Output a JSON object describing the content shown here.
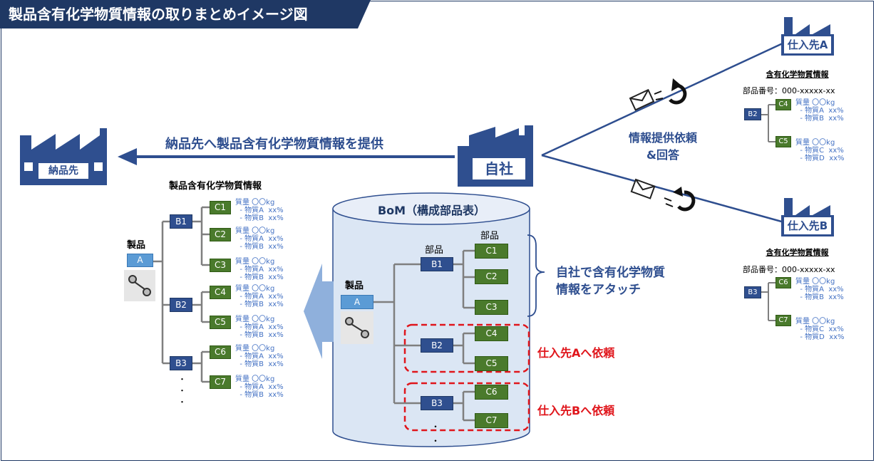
{
  "title": "製品含有化学物質情報の取りまとめイメージ図",
  "factories": {
    "customer": "納品先",
    "own": "自社",
    "supplier_a": "仕入先A",
    "supplier_b": "仕入先B"
  },
  "arrow_label": "納品先へ製品含有化学物質情報を提供",
  "request_label": [
    "情報提供依頼",
    "&回答"
  ],
  "bom": {
    "title": "BoM（構成部品表）",
    "product_label": "製品",
    "product": "A",
    "part_label_b": "部品",
    "part_label_c": "部品",
    "b_parts": [
      "B1",
      "B2",
      "B3"
    ],
    "c_parts": [
      "C1",
      "C2",
      "C3",
      "C4",
      "C5",
      "C6",
      "C7"
    ],
    "dots": [
      "・",
      "・"
    ]
  },
  "callout": [
    "自社で含有化学物質",
    "情報をアタッチ"
  ],
  "request_a": "仕入先Aへ依頼",
  "request_b": "仕入先Bへ依頼",
  "left_doc": {
    "title": "製品含有化学物質情報",
    "product_label": "製品",
    "product": "A",
    "b_parts": [
      "B1",
      "B2",
      "B3"
    ],
    "c_parts": [
      "C1",
      "C2",
      "C3",
      "C4",
      "C5",
      "C6",
      "C7"
    ],
    "attrs": [
      "質量 〇〇kg\n  ‐ 物質A  xx%\n  ‐ 物質B  xx%",
      "質量 〇〇kg\n  ‐ 物質A  xx%\n  ‐ 物質B  xx%",
      "質量 〇〇kg\n  ‐ 物質A  xx%\n  ‐ 物質B  xx%",
      "質量 〇〇kg\n  ‐ 物質A  xx%\n  ‐ 物質B  xx%",
      "質量 〇〇kg\n  ‐ 物質A  xx%\n  ‐ 物質B  xx%",
      "質量 〇〇kg\n  ‐ 物質A  xx%\n  ‐ 物質B  xx%",
      "質量 〇〇kg\n  ‐ 物質A  xx%\n  ‐ 物質B  xx%"
    ],
    "dots": [
      "・",
      "・",
      "・"
    ]
  },
  "doc_a": {
    "title": "含有化学物質情報",
    "part_number": "部品番号：000-xxxxx-xx",
    "parent": "B2",
    "children": [
      "C4",
      "C5"
    ],
    "attrs": [
      "質量 〇〇kg\n  ‐ 物質A  xx%\n  ‐ 物質B  xx%",
      "質量 〇〇kg\n  ‐ 物質C  xx%\n  ‐ 物質D  xx%"
    ]
  },
  "doc_b": {
    "title": "含有化学物質情報",
    "part_number": "部品番号：000-xxxxx-xx",
    "parent": "B3",
    "children": [
      "C6",
      "C7"
    ],
    "attrs": [
      "質量 〇〇kg\n  ‐ 物質A  xx%\n  ‐ 物質B  xx%",
      "質量 〇〇kg\n  ‐ 物質C  xx%\n  ‐ 物質D  xx%"
    ]
  },
  "colors": {
    "navy": "#1f3864",
    "accent_blue": "#2e4e8f",
    "part_green": "#4a7a2c",
    "doc_yellow": "#fff2cc",
    "cylinder_blue": "#dbe6f4",
    "alert_red": "#e0151b"
  },
  "icons": [
    "factory-icon",
    "envelope-icon",
    "return-arrow-icon",
    "mechanical-part-icon"
  ]
}
